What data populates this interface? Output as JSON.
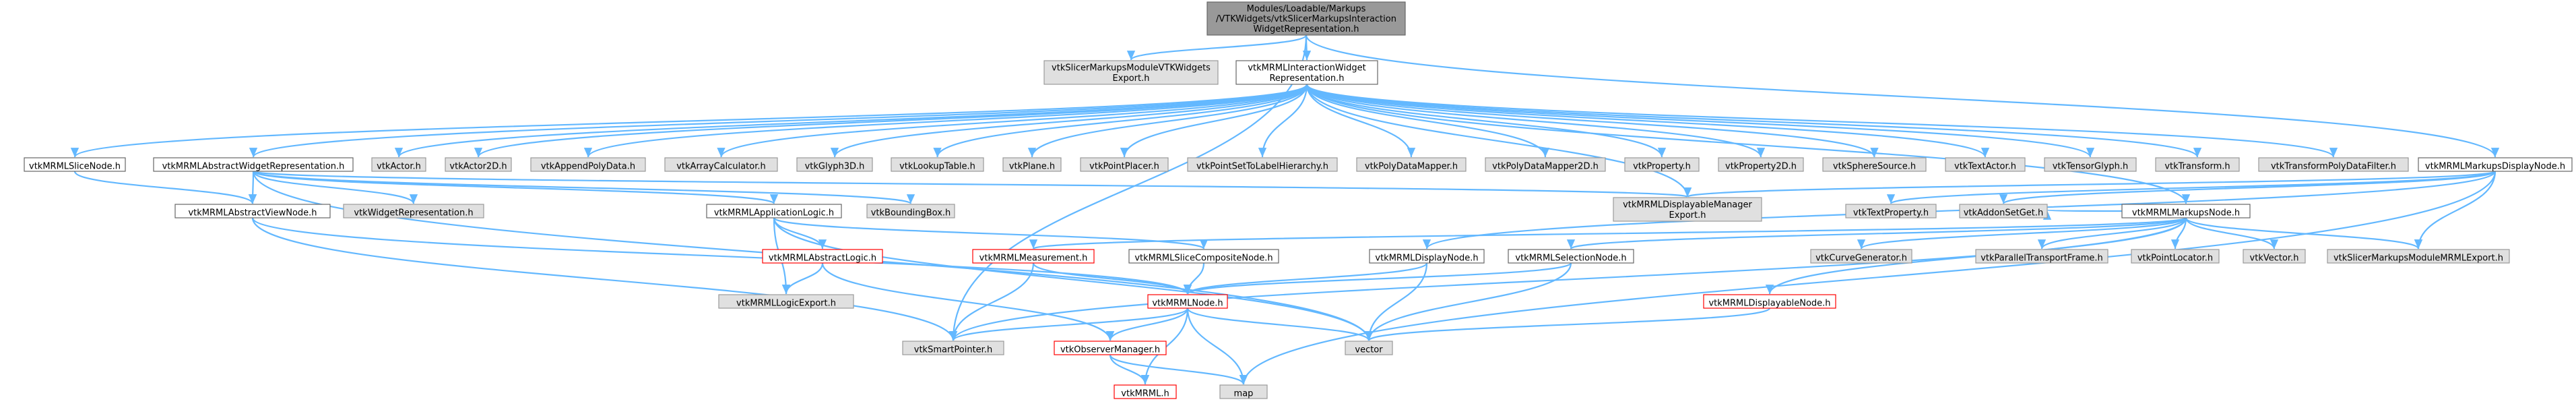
{
  "diagram": {
    "colors": {
      "edge": "#63b8ff",
      "node_fill": "#ffffff",
      "node_stroke": "#666666",
      "root_fill": "#999999",
      "ext_fill": "#e0e0e0",
      "ext_stroke": "#999999",
      "trunc_stroke": "#ff0000",
      "text": "#000000"
    },
    "nodes": [
      {
        "id": "root",
        "kind": "root",
        "lines": [
          "Modules/Loadable/Markups",
          "/VTKWidgets/vtkSlicerMarkupsInteraction",
          "WidgetRepresentation.h"
        ]
      },
      {
        "id": "exportVTK",
        "kind": "ext",
        "lines": [
          "vtkSlicerMarkupsModuleVTKWidgets",
          "Export.h"
        ]
      },
      {
        "id": "interactionRep",
        "kind": "normal",
        "lines": [
          "vtkMRMLInteractionWidget",
          "Representation.h"
        ]
      },
      {
        "id": "markupsDisplayNode",
        "kind": "normal",
        "lines": [
          "vtkMRMLMarkupsDisplayNode.h"
        ]
      },
      {
        "id": "sliceNode",
        "kind": "normal",
        "lines": [
          "vtkMRMLSliceNode.h"
        ]
      },
      {
        "id": "absWidgetRep",
        "kind": "normal",
        "lines": [
          "vtkMRMLAbstractWidgetRepresentation.h"
        ]
      },
      {
        "id": "vtkActor",
        "kind": "ext",
        "lines": [
          "vtkActor.h"
        ]
      },
      {
        "id": "vtkActor2D",
        "kind": "ext",
        "lines": [
          "vtkActor2D.h"
        ]
      },
      {
        "id": "appendPoly",
        "kind": "ext",
        "lines": [
          "vtkAppendPolyData.h"
        ]
      },
      {
        "id": "arrayCalc",
        "kind": "ext",
        "lines": [
          "vtkArrayCalculator.h"
        ]
      },
      {
        "id": "glyph3d",
        "kind": "ext",
        "lines": [
          "vtkGlyph3D.h"
        ]
      },
      {
        "id": "lookupTable",
        "kind": "ext",
        "lines": [
          "vtkLookupTable.h"
        ]
      },
      {
        "id": "plane",
        "kind": "ext",
        "lines": [
          "vtkPlane.h"
        ]
      },
      {
        "id": "pointPlacer",
        "kind": "ext",
        "lines": [
          "vtkPointPlacer.h"
        ]
      },
      {
        "id": "pointSetLabel",
        "kind": "ext",
        "lines": [
          "vtkPointSetToLabelHierarchy.h"
        ]
      },
      {
        "id": "polyMapper",
        "kind": "ext",
        "lines": [
          "vtkPolyDataMapper.h"
        ]
      },
      {
        "id": "polyMapper2D",
        "kind": "ext",
        "lines": [
          "vtkPolyDataMapper2D.h"
        ]
      },
      {
        "id": "property",
        "kind": "ext",
        "lines": [
          "vtkProperty.h"
        ]
      },
      {
        "id": "property2D",
        "kind": "ext",
        "lines": [
          "vtkProperty2D.h"
        ]
      },
      {
        "id": "sphereSource",
        "kind": "ext",
        "lines": [
          "vtkSphereSource.h"
        ]
      },
      {
        "id": "textActor",
        "kind": "ext",
        "lines": [
          "vtkTextActor.h"
        ]
      },
      {
        "id": "tensorGlyph",
        "kind": "ext",
        "lines": [
          "vtkTensorGlyph.h"
        ]
      },
      {
        "id": "transform",
        "kind": "ext",
        "lines": [
          "vtkTransform.h"
        ]
      },
      {
        "id": "transformPolyFilter",
        "kind": "ext",
        "lines": [
          "vtkTransformPolyDataFilter.h"
        ]
      },
      {
        "id": "absViewNode",
        "kind": "normal",
        "lines": [
          "vtkMRMLAbstractViewNode.h"
        ]
      },
      {
        "id": "widgetRep",
        "kind": "ext",
        "lines": [
          "vtkWidgetRepresentation.h"
        ]
      },
      {
        "id": "appLogic",
        "kind": "normal",
        "lines": [
          "vtkMRMLApplicationLogic.h"
        ]
      },
      {
        "id": "boundingBox",
        "kind": "ext",
        "lines": [
          "vtkBoundingBox.h"
        ]
      },
      {
        "id": "displayableMgrExport",
        "kind": "ext",
        "lines": [
          "vtkMRMLDisplayableManager",
          "Export.h"
        ]
      },
      {
        "id": "textProperty",
        "kind": "ext",
        "lines": [
          "vtkTextProperty.h"
        ]
      },
      {
        "id": "addonSet",
        "kind": "ext",
        "lines": [
          "vtkAddonSetGet.h"
        ]
      },
      {
        "id": "markupsNode",
        "kind": "normal",
        "lines": [
          "vtkMRMLMarkupsNode.h"
        ]
      },
      {
        "id": "absLogic",
        "kind": "trunc",
        "lines": [
          "vtkMRMLAbstractLogic.h"
        ]
      },
      {
        "id": "measurement",
        "kind": "trunc",
        "lines": [
          "vtkMRMLMeasurement.h"
        ]
      },
      {
        "id": "sliceComposite",
        "kind": "normal",
        "lines": [
          "vtkMRMLSliceCompositeNode.h"
        ]
      },
      {
        "id": "displayNode",
        "kind": "normal",
        "lines": [
          "vtkMRMLDisplayNode.h"
        ]
      },
      {
        "id": "selectionNode",
        "kind": "normal",
        "lines": [
          "vtkMRMLSelectionNode.h"
        ]
      },
      {
        "id": "curveGen",
        "kind": "ext",
        "lines": [
          "vtkCurveGenerator.h"
        ]
      },
      {
        "id": "parallelTransport",
        "kind": "ext",
        "lines": [
          "vtkParallelTransportFrame.h"
        ]
      },
      {
        "id": "pointLocator",
        "kind": "ext",
        "lines": [
          "vtkPointLocator.h"
        ]
      },
      {
        "id": "vtkVector",
        "kind": "ext",
        "lines": [
          "vtkVector.h"
        ]
      },
      {
        "id": "mrmlExport",
        "kind": "ext",
        "lines": [
          "vtkSlicerMarkupsModuleMRMLExport.h"
        ]
      },
      {
        "id": "logicExport",
        "kind": "ext",
        "lines": [
          "vtkMRMLLogicExport.h"
        ]
      },
      {
        "id": "mrmlNode",
        "kind": "trunc",
        "lines": [
          "vtkMRMLNode.h"
        ]
      },
      {
        "id": "displayableNode",
        "kind": "trunc",
        "lines": [
          "vtkMRMLDisplayableNode.h"
        ]
      },
      {
        "id": "smartPointer",
        "kind": "ext",
        "lines": [
          "vtkSmartPointer.h"
        ]
      },
      {
        "id": "observerMgr",
        "kind": "trunc",
        "lines": [
          "vtkObserverManager.h"
        ]
      },
      {
        "id": "vector",
        "kind": "ext",
        "lines": [
          "vector"
        ]
      },
      {
        "id": "vtkMRMLh",
        "kind": "trunc",
        "lines": [
          "vtkMRML.h"
        ]
      },
      {
        "id": "map",
        "kind": "ext",
        "lines": [
          "map"
        ]
      }
    ]
  }
}
